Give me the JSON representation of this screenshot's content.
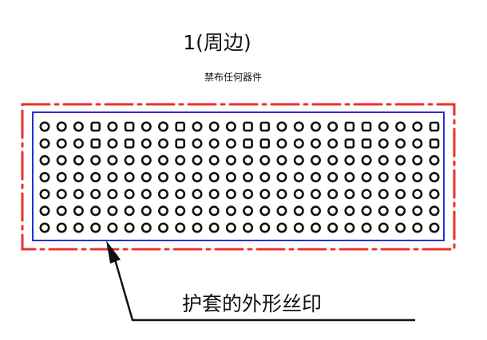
{
  "title": "1(周边)",
  "subtitle": "禁布任何器件",
  "callout_label": "护套的外形丝印",
  "colors": {
    "keepout_border": "#e8322f",
    "silkscreen_outline": "#2b2fc9",
    "pad": "#111111",
    "text": "#111111",
    "leader_line": "#111111"
  },
  "pad_grid": {
    "rows": 7,
    "columns": 24
  }
}
